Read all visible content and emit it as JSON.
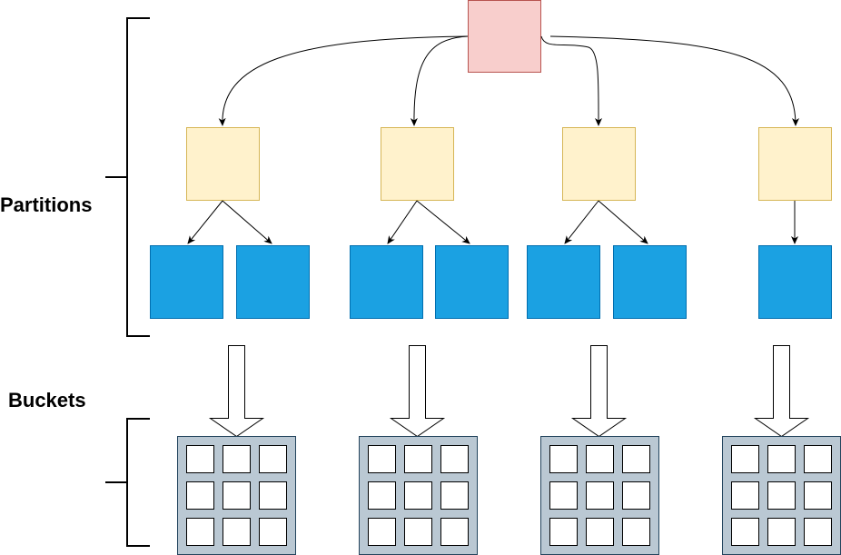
{
  "labels": {
    "partitions": "Partitions",
    "buckets": "Buckets"
  },
  "colors": {
    "root_fill": "#f8cecc",
    "root_stroke": "#b85450",
    "partition_fill": "#fff2cc",
    "partition_stroke": "#d6b656",
    "subpartition_fill": "#1ba1e2",
    "subpartition_stroke": "#006eaf",
    "bucket_fill": "#bac8d3",
    "bucket_stroke": "#23445d",
    "cell_fill": "#ffffff",
    "line": "#000000"
  },
  "structure": {
    "partitions": [
      {
        "subpartitions": 2,
        "bucket_grid": "3x3"
      },
      {
        "subpartitions": 2,
        "bucket_grid": "3x3"
      },
      {
        "subpartitions": 2,
        "bucket_grid": "3x3"
      },
      {
        "subpartitions": 1,
        "bucket_grid": "3x3"
      }
    ]
  }
}
